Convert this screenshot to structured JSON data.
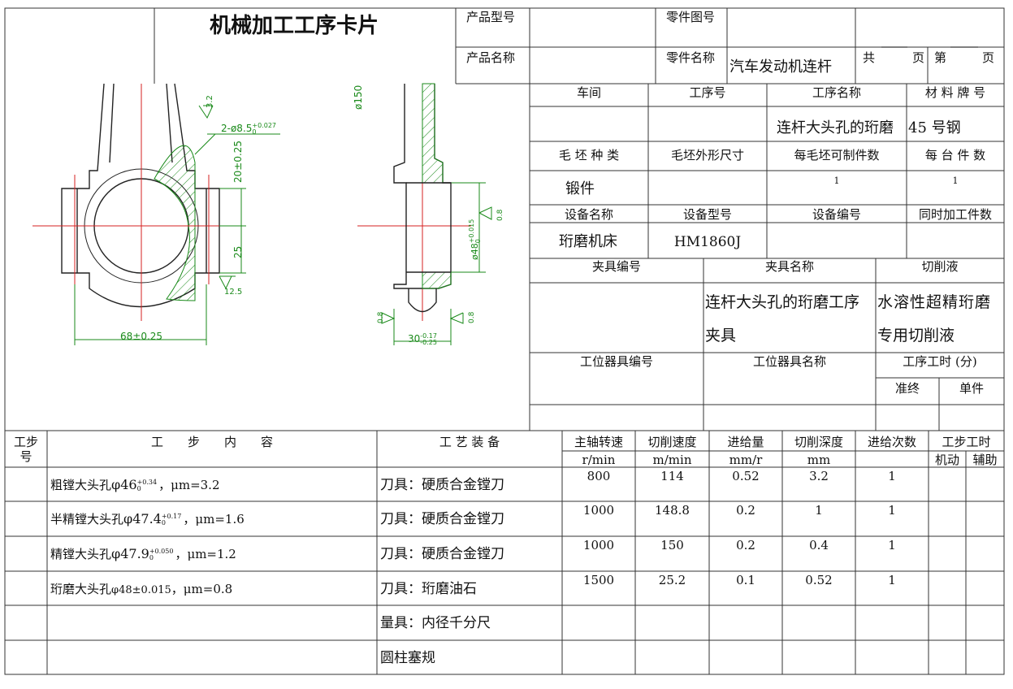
{
  "title": "机械加工工序卡片",
  "header": {
    "product_model_label": "产品型号",
    "part_drawing_label": "零件图号",
    "product_name_label": "产品名称",
    "part_name_label": "零件名称",
    "part_name_value": "汽车发动机连杆",
    "total_label": "共",
    "page_label": "页",
    "nth_label": "第",
    "page_label2": "页"
  },
  "info": {
    "workshop_label": "车间",
    "process_no_label": "工序号",
    "process_name_label": "工序名称",
    "material_label": "材 料 牌 号",
    "process_name_value": "连杆大头孔的珩磨",
    "material_value": "45 号钢",
    "blank_type_label": "毛 坯 种 类",
    "blank_size_label": "毛坯外形尺寸",
    "per_blank_label": "每毛坯可制件数",
    "per_machine_label": "每 台 件 数",
    "blank_type_value": "锻件",
    "per_blank_value": "1",
    "per_machine_value": "1",
    "equip_name_label": "设备名称",
    "equip_model_label": "设备型号",
    "equip_no_label": "设备编号",
    "simul_label": "同时加工件数",
    "equip_name_value": "珩磨机床",
    "equip_model_value": "HM1860J",
    "fixture_no_label": "夹具编号",
    "fixture_name_label": "夹具名称",
    "coolant_label": "切削液",
    "fixture_name_value_1": "连杆大头孔的珩磨工序",
    "fixture_name_value_2": "夹具",
    "coolant_value_1": "水溶性超精珩磨",
    "coolant_value_2": "专用切削液",
    "station_no_label": "工位器具编号",
    "station_name_label": "工位器具名称",
    "time_label": "工序工时 (分)",
    "prep_label": "准终",
    "unit_label": "单件"
  },
  "drawing": {
    "dim_hole": "2-ø8.5",
    "dim_hole_tol": "+0.027",
    "dim_hole_tol0": "0",
    "dim_20": "20±0.25",
    "dim_25": "25",
    "dim_68": "68±0.25",
    "rough_32": "3.2",
    "rough_125": "12.5",
    "dim_150": "ø150",
    "dim_48": "ø48",
    "dim_48_tol": "+0.015",
    "dim_48_tol0": "0",
    "rough_08a": "0.8",
    "rough_08b": "0.8",
    "rough_08c": "0.8",
    "dim_30": "30",
    "dim_30_tol_up": "-0.17",
    "dim_30_tol_lo": "-0.25"
  },
  "steps_header": {
    "step_no": "工步号",
    "step_no_1": "工步",
    "step_no_2": "号",
    "content": "工　　步　　内　　容",
    "equipment": "工 艺 装 备",
    "spindle": "主轴转速",
    "spindle_unit": "r/min",
    "speed": "切削速度",
    "speed_unit": "m/min",
    "feed": "进给量",
    "feed_unit": "mm/r",
    "depth": "切削深度",
    "depth_unit": "mm",
    "passes": "进给次数",
    "step_time": "工步工时",
    "machine": "机动",
    "aux": "辅助"
  },
  "steps": [
    {
      "content_pre": "粗镗大头孔",
      "dia": "φ46",
      "tol_up": "+0.34",
      "tol_lo": "0",
      "content_post": "，μm=3.2",
      "tool": "刀具：硬质合金镗刀",
      "spindle": "800",
      "speed": "114",
      "feed": "0.52",
      "depth": "3.2",
      "passes": "1"
    },
    {
      "content_pre": "半精镗大头孔",
      "dia": "φ47.4",
      "tol_up": "+0.17",
      "tol_lo": "0",
      "content_post": "，μm=1.6",
      "tool": "刀具：硬质合金镗刀",
      "spindle": "1000",
      "speed": "148.8",
      "feed": "0.2",
      "depth": "1",
      "passes": "1"
    },
    {
      "content_pre": "精镗大头孔",
      "dia": "φ47.9",
      "tol_up": "+0.050",
      "tol_lo": "0",
      "content_post": "，μm=1.2",
      "tool": "刀具：硬质合金镗刀",
      "spindle": "1000",
      "speed": "150",
      "feed": "0.2",
      "depth": "0.4",
      "passes": "1"
    },
    {
      "content_pre": "珩磨大头孔",
      "dia": "φ48±0.015",
      "tol_up": "",
      "tol_lo": "",
      "content_post": "，μm=0.8",
      "tool": "刀具：珩磨油石",
      "spindle": "1500",
      "speed": "25.2",
      "feed": "0.1",
      "depth": "0.52",
      "passes": "1"
    },
    {
      "content_pre": "",
      "dia": "",
      "tol_up": "",
      "tol_lo": "",
      "content_post": "",
      "tool": "量具：内径千分尺",
      "spindle": "",
      "speed": "",
      "feed": "",
      "depth": "",
      "passes": ""
    },
    {
      "content_pre": "",
      "dia": "",
      "tol_up": "",
      "tol_lo": "",
      "content_post": "",
      "tool": "圆柱塞规",
      "spindle": "",
      "speed": "",
      "feed": "",
      "depth": "",
      "passes": ""
    }
  ]
}
